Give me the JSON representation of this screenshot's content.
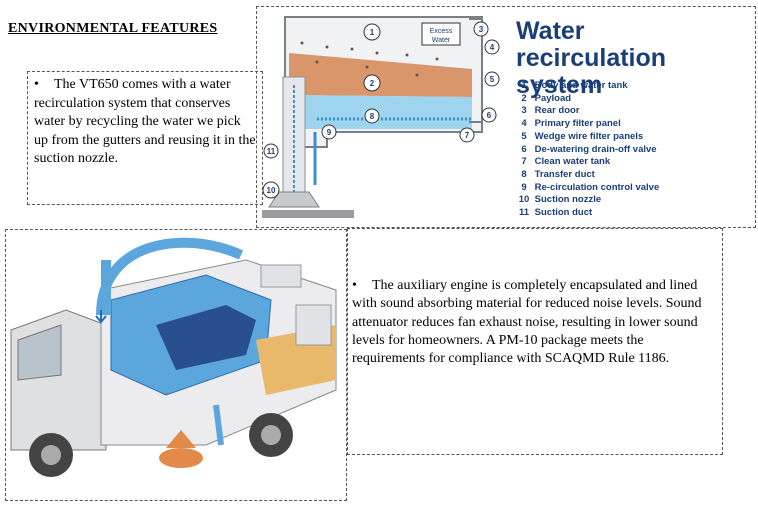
{
  "heading": "ENVIRONMENTAL  FEATURES",
  "paragraph1": {
    "bullet": "•",
    "text": "The VT650 comes with a water recirculation system that conserves water by recycling the water we pick up from the gutters and reusing it in the suction nozzle."
  },
  "diagram": {
    "title_line1": "Water",
    "title_line2": "recirculation system",
    "excess_water_line1": "Excess",
    "excess_water_line2": "Water",
    "callouts": [
      "1",
      "2",
      "3",
      "4",
      "5",
      "6",
      "7",
      "8",
      "9",
      "10",
      "11"
    ],
    "legend": [
      {
        "num": "1",
        "label": "Body and water tank"
      },
      {
        "num": "2",
        "label": "Payload"
      },
      {
        "num": "3",
        "label": "Rear door"
      },
      {
        "num": "4",
        "label": "Primary filter panel"
      },
      {
        "num": "5",
        "label": "Wedge wire filter panels"
      },
      {
        "num": "6",
        "label": "De-watering drain-off valve"
      },
      {
        "num": "7",
        "label": "Clean water tank"
      },
      {
        "num": "8",
        "label": "Transfer duct"
      },
      {
        "num": "9",
        "label": "Re-circulation control valve"
      },
      {
        "num": "10",
        "label": "Suction nozzle"
      },
      {
        "num": "11",
        "label": "Suction duct"
      }
    ],
    "colors": {
      "title": "#1a3e78",
      "payload": "#d9966a",
      "clean_water": "#9fd4ee",
      "duct": "#3a8fd0"
    }
  },
  "paragraph2": {
    "bullet": "•",
    "text": "The auxiliary engine is completely encapsulated and lined with sound absorbing material for reduced noise levels.  Sound attenuator reduces fan exhaust noise, resulting in lower sound levels for homeowners.  A PM-10 package meets the requirements for compliance with SCAQMD Rule 1186."
  }
}
